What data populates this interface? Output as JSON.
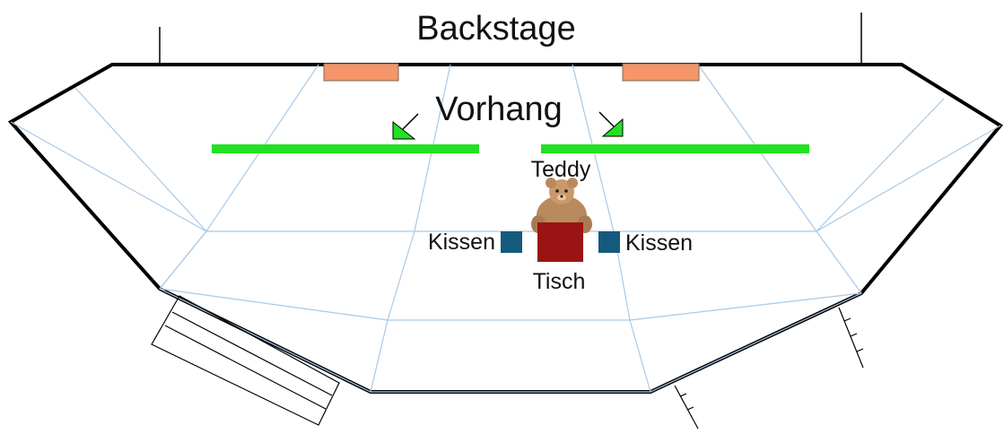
{
  "labels": {
    "backstage": "Backstage",
    "curtain": "Vorhang",
    "teddy": "Teddy",
    "cushion_left": "Kissen",
    "cushion_right": "Kissen",
    "table": "Tisch"
  },
  "colors": {
    "stage_outline": "#000000",
    "grid_lines": "#a9c9e6",
    "stage_fill": "#ffffff",
    "curtain": "#22e022",
    "door": "#f4956a",
    "cushion": "#145a7c",
    "table": "#9b1414",
    "teddy": "#b98a5e"
  }
}
